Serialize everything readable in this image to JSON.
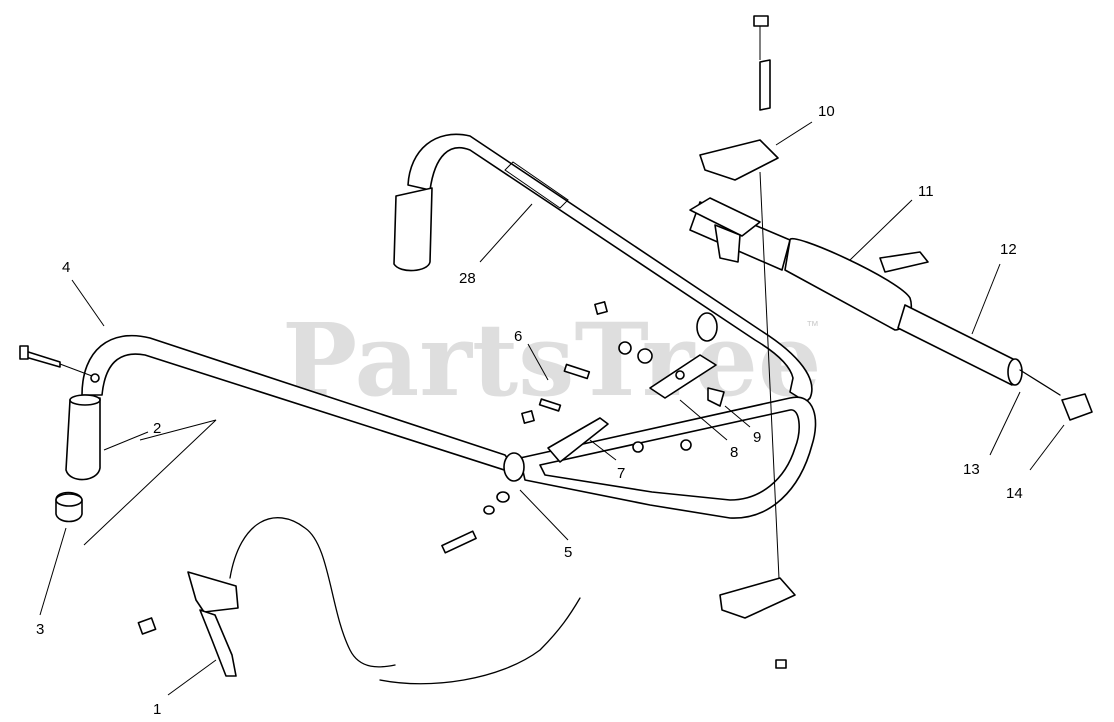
{
  "watermark": {
    "text": "PartsTree",
    "trademark": "™"
  },
  "callouts": [
    {
      "id": "1",
      "label": "1"
    },
    {
      "id": "2",
      "label": "2"
    },
    {
      "id": "3",
      "label": "3"
    },
    {
      "id": "4",
      "label": "4"
    },
    {
      "id": "5",
      "label": "5"
    },
    {
      "id": "6",
      "label": "6"
    },
    {
      "id": "7",
      "label": "7"
    },
    {
      "id": "8",
      "label": "8"
    },
    {
      "id": "9",
      "label": "9"
    },
    {
      "id": "10",
      "label": "10"
    },
    {
      "id": "11",
      "label": "11"
    },
    {
      "id": "12",
      "label": "12"
    },
    {
      "id": "13",
      "label": "13"
    },
    {
      "id": "14",
      "label": "14"
    },
    {
      "id": "28",
      "label": "28"
    }
  ]
}
